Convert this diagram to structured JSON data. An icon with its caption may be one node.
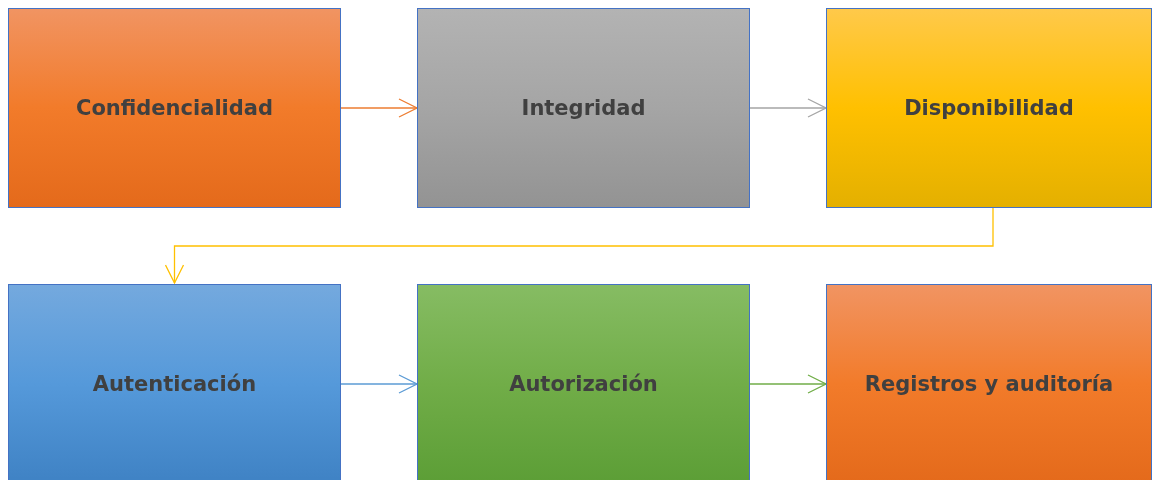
{
  "diagram": {
    "nodes": [
      {
        "text": [
          "Confidencialidad"
        ]
      },
      {
        "text": [
          "Integridad"
        ]
      },
      {
        "text": [
          "Disponibilidad"
        ]
      },
      {
        "text": [
          "Autenticación"
        ]
      },
      {
        "text": [
          "Autorización"
        ]
      },
      {
        "text": [
          "Registros y auditoría"
        ]
      }
    ],
    "edges": [
      {
        "from": 0,
        "to": 1,
        "arrow": "to",
        "color": "#ed7d31"
      },
      {
        "from": 1,
        "to": 2,
        "arrow": "to",
        "color": "#a5a5a5"
      },
      {
        "from": 2,
        "to": 3,
        "arrow": "to",
        "color": "#ffc000"
      },
      {
        "from": 3,
        "to": 4,
        "arrow": "to",
        "color": "#5b9bd5"
      },
      {
        "from": 4,
        "to": 5,
        "arrow": "to",
        "color": "#70ad47"
      }
    ]
  }
}
